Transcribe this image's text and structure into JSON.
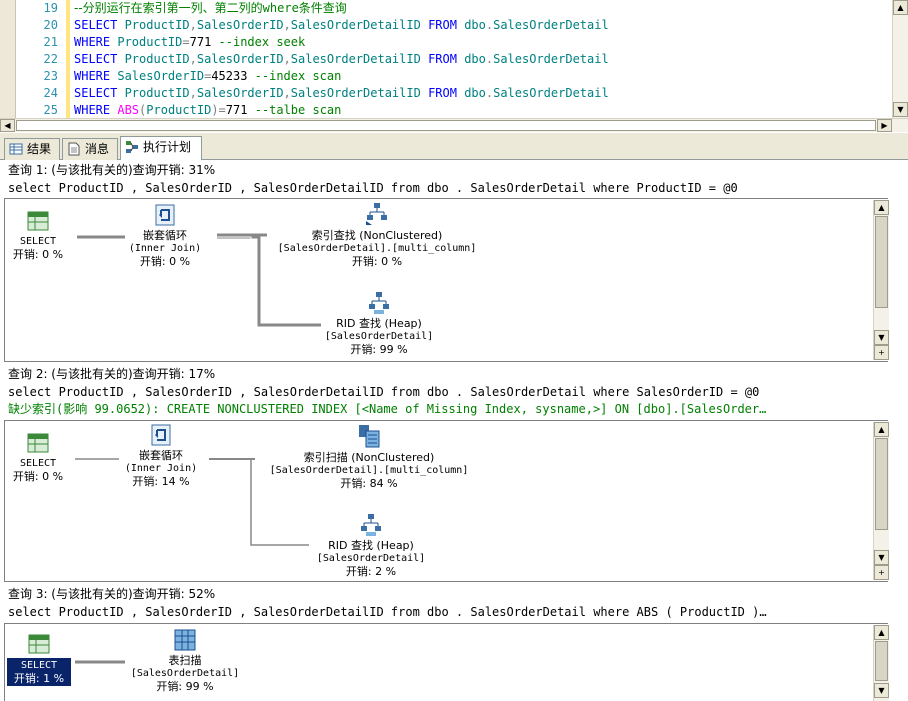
{
  "editor": {
    "lines": [
      {
        "num": "19",
        "tokens": [
          {
            "t": "--分别运行在索引第一列、第二列的",
            "c": "cmzh"
          },
          {
            "t": "where",
            "c": "cm"
          },
          {
            "t": "条件查询",
            "c": "cmzh"
          }
        ]
      },
      {
        "num": "20",
        "tokens": [
          {
            "t": "SELECT ",
            "c": "kw"
          },
          {
            "t": "ProductID",
            "c": "id"
          },
          {
            "t": ",",
            "c": "op"
          },
          {
            "t": "SalesOrderID",
            "c": "id"
          },
          {
            "t": ",",
            "c": "op"
          },
          {
            "t": "SalesOrderDetailID ",
            "c": "id"
          },
          {
            "t": "FROM ",
            "c": "kw"
          },
          {
            "t": "dbo",
            "c": "id"
          },
          {
            "t": ".",
            "c": "op"
          },
          {
            "t": "SalesOrderDetail",
            "c": "id"
          }
        ]
      },
      {
        "num": "21",
        "tokens": [
          {
            "t": "WHERE ",
            "c": "kw"
          },
          {
            "t": "ProductID",
            "c": "id"
          },
          {
            "t": "=",
            "c": "op"
          },
          {
            "t": "771 ",
            "c": "tx"
          },
          {
            "t": "--index seek",
            "c": "cm"
          }
        ]
      },
      {
        "num": "22",
        "tokens": [
          {
            "t": "SELECT ",
            "c": "kw"
          },
          {
            "t": "ProductID",
            "c": "id"
          },
          {
            "t": ",",
            "c": "op"
          },
          {
            "t": "SalesOrderID",
            "c": "id"
          },
          {
            "t": ",",
            "c": "op"
          },
          {
            "t": "SalesOrderDetailID ",
            "c": "id"
          },
          {
            "t": "FROM ",
            "c": "kw"
          },
          {
            "t": "dbo",
            "c": "id"
          },
          {
            "t": ".",
            "c": "op"
          },
          {
            "t": "SalesOrderDetail",
            "c": "id"
          }
        ]
      },
      {
        "num": "23",
        "tokens": [
          {
            "t": "WHERE ",
            "c": "kw"
          },
          {
            "t": "SalesOrderID",
            "c": "id"
          },
          {
            "t": "=",
            "c": "op"
          },
          {
            "t": "45233 ",
            "c": "tx"
          },
          {
            "t": "--index scan",
            "c": "cm"
          }
        ]
      },
      {
        "num": "24",
        "tokens": [
          {
            "t": "SELECT ",
            "c": "kw"
          },
          {
            "t": "ProductID",
            "c": "id"
          },
          {
            "t": ",",
            "c": "op"
          },
          {
            "t": "SalesOrderID",
            "c": "id"
          },
          {
            "t": ",",
            "c": "op"
          },
          {
            "t": "SalesOrderDetailID ",
            "c": "id"
          },
          {
            "t": "FROM ",
            "c": "kw"
          },
          {
            "t": "dbo",
            "c": "id"
          },
          {
            "t": ".",
            "c": "op"
          },
          {
            "t": "SalesOrderDetail",
            "c": "id"
          }
        ]
      },
      {
        "num": "25",
        "tokens": [
          {
            "t": "WHERE ",
            "c": "kw"
          },
          {
            "t": "ABS",
            "c": "fn"
          },
          {
            "t": "(",
            "c": "op"
          },
          {
            "t": "ProductID",
            "c": "id"
          },
          {
            "t": ")",
            "c": "op"
          },
          {
            "t": "=",
            "c": "op"
          },
          {
            "t": "771 ",
            "c": "tx"
          },
          {
            "t": "--talbe scan",
            "c": "cm"
          }
        ]
      }
    ]
  },
  "tabs": {
    "results": "结果",
    "messages": "消息",
    "plan": "执行计划"
  },
  "queries": [
    {
      "header": "查询 1: (与该批有关的)查询开销: 31%",
      "sql": "select ProductID , SalesOrderID , SalesOrderDetailID from dbo . SalesOrderDetail where ProductID = @0",
      "missing": "",
      "nodes": {
        "select": {
          "name": "SELECT",
          "cost": "开销: 0 %"
        },
        "loop": {
          "name": "嵌套循环",
          "sub": "(Inner Join)",
          "cost": "开销: 0 %"
        },
        "index": {
          "name": "索引查找 (NonClustered)",
          "sub": "[SalesOrderDetail].[multi_column]",
          "cost": "开销: 0 %"
        },
        "rid": {
          "name": "RID 查找 (Heap)",
          "sub": "[SalesOrderDetail]",
          "cost": "开销: 99 %"
        }
      }
    },
    {
      "header": "查询 2: (与该批有关的)查询开销: 17%",
      "sql": "select ProductID , SalesOrderID , SalesOrderDetailID from dbo . SalesOrderDetail where SalesOrderID = @0",
      "missing": "缺少索引(影响 99.0652): CREATE NONCLUSTERED INDEX [<Name of Missing Index, sysname,>] ON [dbo].[SalesOrder…",
      "nodes": {
        "select": {
          "name": "SELECT",
          "cost": "开销: 0 %"
        },
        "loop": {
          "name": "嵌套循环",
          "sub": "(Inner Join)",
          "cost": "开销: 14 %"
        },
        "index": {
          "name": "索引扫描 (NonClustered)",
          "sub": "[SalesOrderDetail].[multi_column]",
          "cost": "开销: 84 %"
        },
        "rid": {
          "name": "RID 查找 (Heap)",
          "sub": "[SalesOrderDetail]",
          "cost": "开销: 2 %"
        }
      }
    },
    {
      "header": "查询 3: (与该批有关的)查询开销: 52%",
      "sql": "select ProductID , SalesOrderID , SalesOrderDetailID from dbo . SalesOrderDetail where ABS ( ProductID )…",
      "missing": "",
      "nodes": {
        "select": {
          "name": "SELECT",
          "cost": "开销: 1 %"
        },
        "scan": {
          "name": "表扫描",
          "sub": "[SalesOrderDetail]",
          "cost": "开销: 99 %"
        }
      }
    }
  ],
  "colors": {
    "keyword": "#0000ff",
    "identifier": "#008080",
    "comment": "#008000",
    "function": "#ff00ff",
    "selection": "#0a246a"
  }
}
